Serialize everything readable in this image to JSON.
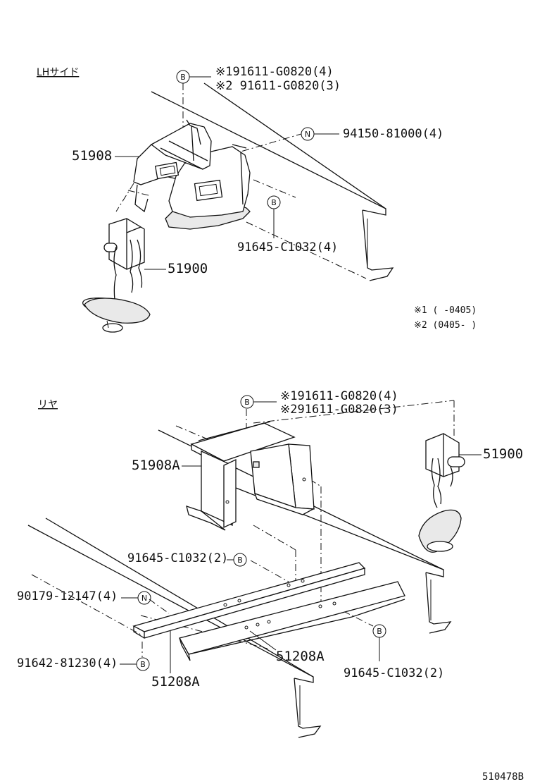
{
  "sections": {
    "lh_side": "LHサイド",
    "rear": "リヤ"
  },
  "callouts": {
    "b": "B",
    "n": "N"
  },
  "lh": {
    "bolt_b_1": "※191611-G0820(4)",
    "bolt_b_2": "※2 91611-G0820(3)",
    "nut_n": "94150-81000(4)",
    "bolt_b_lower": "91645-C1032(4)",
    "bracket": "51908",
    "carrier": "51900"
  },
  "notes": {
    "note1": "※1 (     -0405)",
    "note2": "※2 (0405-     )"
  },
  "rear": {
    "bolt_b_1": "※191611-G0820(4)",
    "bolt_b_2": "※291611-G0820(3)",
    "bracket": "51908A",
    "carrier": "51900",
    "bolt_b_mid": "91645-C1032(2)",
    "nut_n": "90179-12147(4)",
    "bolt_b_left": "91642-81230(4)",
    "crossmember_right": "51208A",
    "crossmember_left": "51208A",
    "bolt_b_right": "91645-C1032(2)"
  },
  "figure_ref": "510478B"
}
